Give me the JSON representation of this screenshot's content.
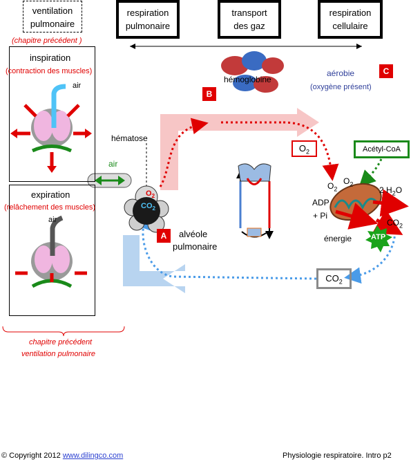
{
  "top_boxes": {
    "ventilation": [
      "ventilation",
      "pulmonaire"
    ],
    "respiration_pulmonaire": [
      "respiration",
      "pulmonaire"
    ],
    "transport": [
      "transport",
      "des gaz"
    ],
    "respiration_cellulaire": [
      "respiration",
      "cellulaire"
    ]
  },
  "chapitre_precedent_top": "(chapitre précédent )",
  "inspiration": {
    "title": "inspiration",
    "subtitle": "(contraction des muscles)",
    "air": "air"
  },
  "expiration": {
    "title": "expiration",
    "subtitle": "(relâchement des muscles)",
    "air": "air"
  },
  "air_label": "air",
  "hematose": "hématose",
  "hemoglobine": "hémoglobine",
  "badges": {
    "a": "A",
    "b": "B",
    "c": "C"
  },
  "aerobie": "aérobie",
  "oxygene": "(oxygène présent)",
  "alveole": [
    "alvéole",
    "pulmonaire"
  ],
  "o2_box": "O",
  "co2_box": "CO",
  "acetyl": "Acétyl-CoA",
  "o2_left": "O",
  "o2_right": "O",
  "h2o": "2 H",
  "h2o_tail": "O",
  "adp": "ADP",
  "pi": "+ Pi",
  "co2_mito": "CO",
  "energie": "énergie",
  "atp": "ATP",
  "alv_o2": "O",
  "alv_co2": "CO",
  "sub2": "2",
  "bottom_note": [
    "chapitre précédent",
    "ventilation pulmonaire"
  ],
  "footer": {
    "copyright": "© Copyright 2012 ",
    "link": "www.dilingco.com",
    "right": "Physiologie respiratoire. Intro p2"
  },
  "colors": {
    "accent_red": "#e00000",
    "pale_red": "#f7c6c6",
    "pale_blue": "#b8d4f0",
    "green": "#1a8a1a",
    "blue_dots": "#4a9be8"
  }
}
